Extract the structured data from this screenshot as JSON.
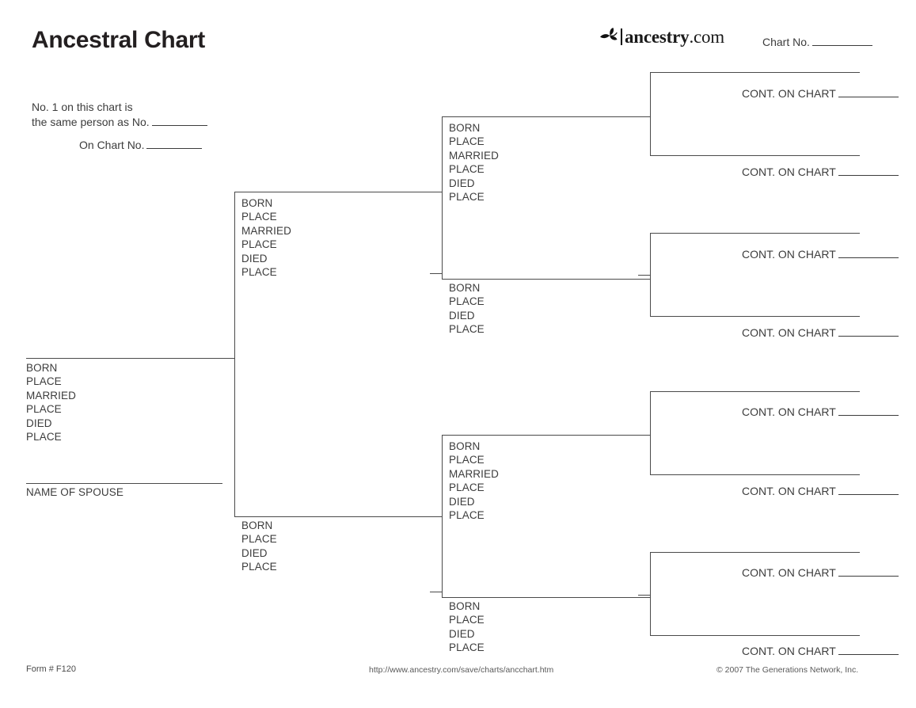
{
  "page": {
    "title": "Ancestral Chart",
    "background_color": "#ffffff",
    "line_color": "#4a4a4a",
    "text_color": "#3c3c3c"
  },
  "brand": {
    "leaf_icon": "ancestry-leaf-icon",
    "name": "ancestry",
    "tld": ".com"
  },
  "header": {
    "chart_no_label": "Chart No."
  },
  "note": {
    "line1": "No. 1 on this chart is",
    "line2": "the same person as No.",
    "line3": "On Chart No."
  },
  "person1": {
    "fields": [
      "BORN",
      "PLACE",
      "MARRIED",
      "PLACE",
      "DIED",
      "PLACE"
    ],
    "spouse_label": "NAME OF SPOUSE"
  },
  "generation2": [
    {
      "id": "father",
      "fields": [
        "BORN",
        "PLACE",
        "MARRIED",
        "PLACE",
        "DIED",
        "PLACE"
      ]
    },
    {
      "id": "mother",
      "fields": [
        "BORN",
        "PLACE",
        "DIED",
        "PLACE"
      ]
    }
  ],
  "generation3": [
    {
      "id": "paternal-grandfather",
      "fields": [
        "BORN",
        "PLACE",
        "MARRIED",
        "PLACE",
        "DIED",
        "PLACE"
      ]
    },
    {
      "id": "paternal-grandmother",
      "fields": [
        "BORN",
        "PLACE",
        "DIED",
        "PLACE"
      ]
    },
    {
      "id": "maternal-grandfather",
      "fields": [
        "BORN",
        "PLACE",
        "MARRIED",
        "PLACE",
        "DIED",
        "PLACE"
      ]
    },
    {
      "id": "maternal-grandmother",
      "fields": [
        "BORN",
        "PLACE",
        "DIED",
        "PLACE"
      ]
    }
  ],
  "generation4": {
    "cont_label": "CONT. ON CHART",
    "slots": [
      {
        "id": "great-grandparent-1"
      },
      {
        "id": "great-grandparent-2"
      },
      {
        "id": "great-grandparent-3"
      },
      {
        "id": "great-grandparent-4"
      },
      {
        "id": "great-grandparent-5"
      },
      {
        "id": "great-grandparent-6"
      },
      {
        "id": "great-grandparent-7"
      },
      {
        "id": "great-grandparent-8"
      }
    ]
  },
  "footer": {
    "form_number": "Form # F120",
    "url": "http://www.ancestry.com/save/charts/ancchart.htm",
    "copyright": "© 2007 The Generations Network, Inc."
  }
}
